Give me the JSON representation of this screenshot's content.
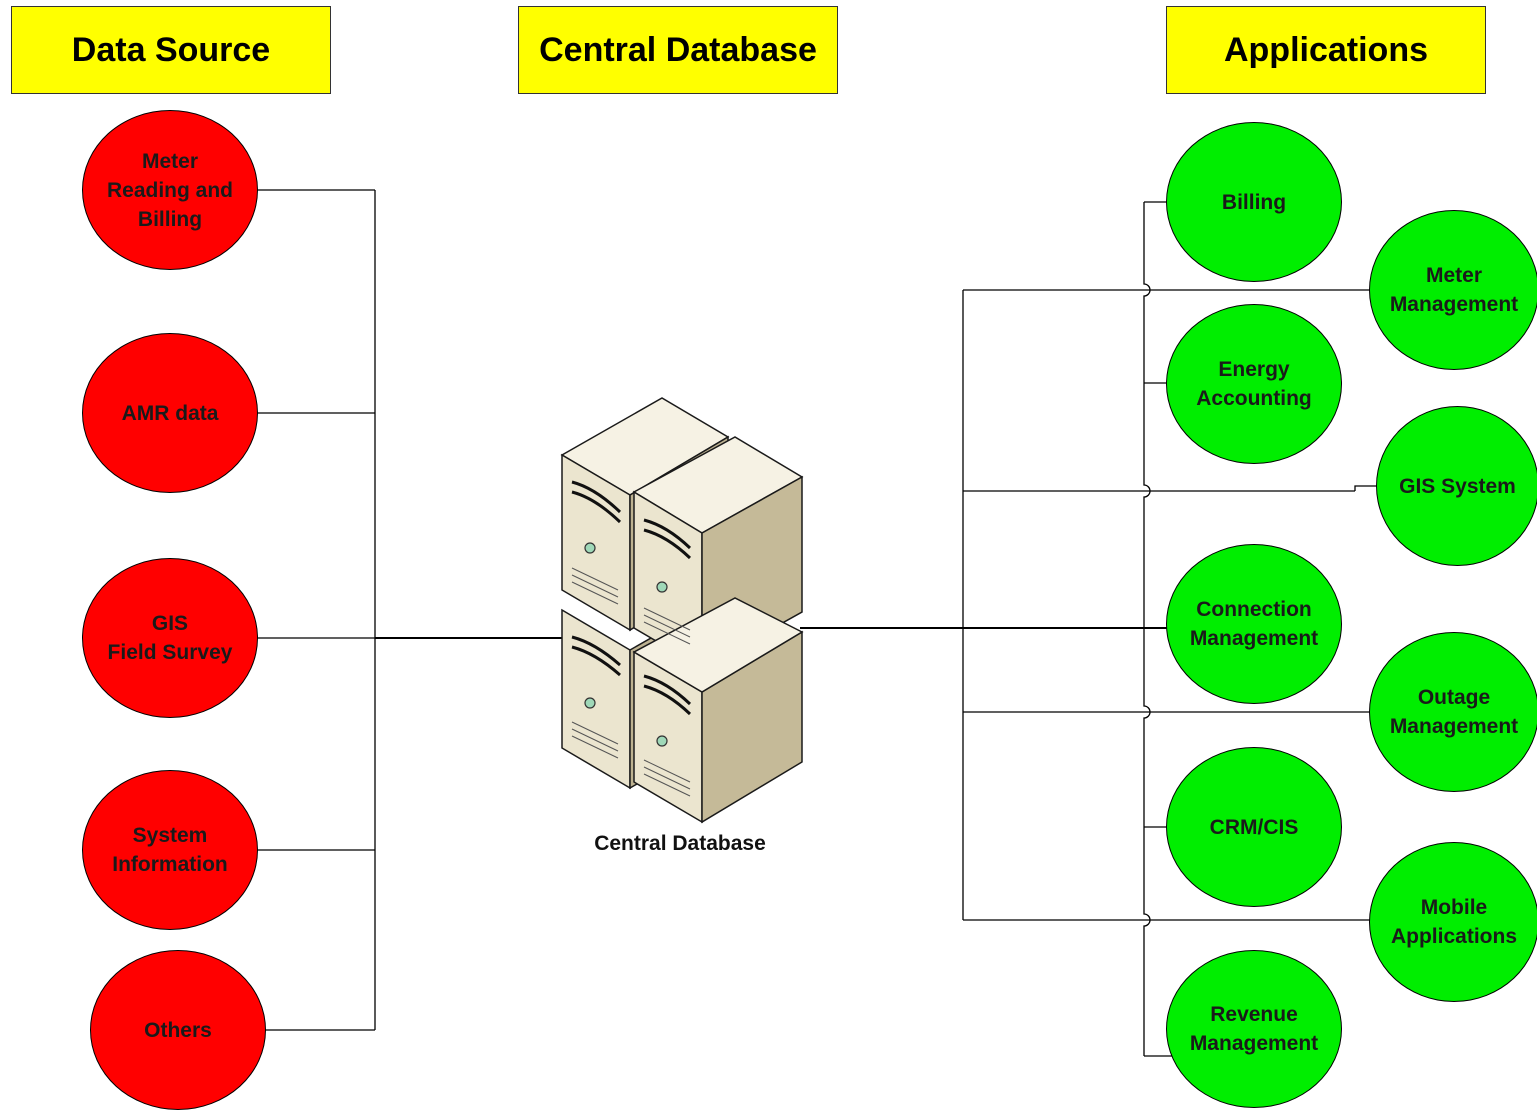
{
  "headers": {
    "source": "Data Source",
    "database": "Central Database",
    "applications": "Applications"
  },
  "database_label": "Central Database",
  "sources": [
    "Meter\nReading and\nBilling",
    "AMR data",
    "GIS\nField Survey",
    "System\nInformation",
    "Others"
  ],
  "applications": [
    "Billing",
    "Meter\nManagement",
    "Energy\nAccounting",
    "GIS System",
    "Connection\nManagement",
    "Outage\nManagement",
    "CRM/CIS",
    "Mobile\nApplications",
    "Revenue\nManagement"
  ],
  "colors": {
    "header": "#ffff00",
    "source_node": "#ff0000",
    "application_node": "#00ee00",
    "server_body": "#ede7d2"
  },
  "icons": {
    "database": "server-stack-icon"
  }
}
